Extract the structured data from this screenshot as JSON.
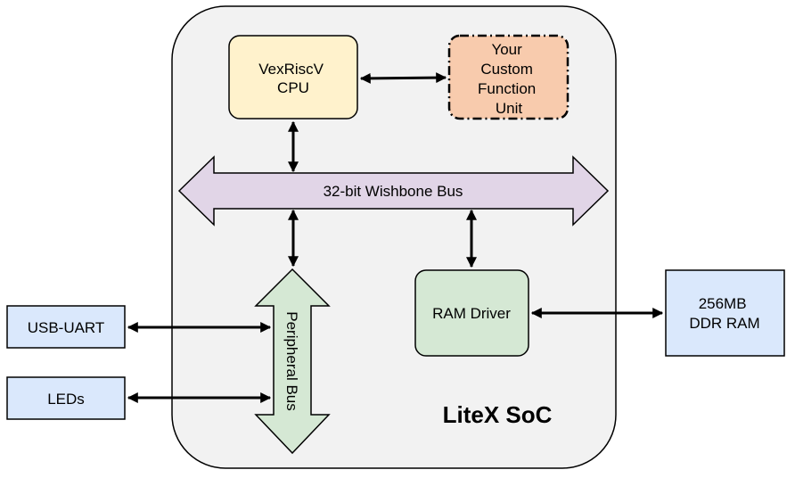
{
  "diagram": {
    "soc_label": "LiteX SoC",
    "cpu": {
      "line1": "VexRiscV",
      "line2": "CPU",
      "fill": "#fff2cc"
    },
    "custom_unit": {
      "line1": "Your",
      "line2": "Custom",
      "line3": "Function",
      "line4": "Unit",
      "fill": "#f8cbad"
    },
    "wishbone_bus": {
      "label": "32-bit Wishbone Bus",
      "fill": "#e1d5e7"
    },
    "peripheral_bus": {
      "label": "Peripheral Bus",
      "fill": "#d5e8d4"
    },
    "ram_driver": {
      "label": "RAM Driver",
      "fill": "#d5e8d4"
    },
    "ddr_ram": {
      "line1": "256MB",
      "line2": "DDR RAM",
      "fill": "#dae8fc"
    },
    "usb_uart": {
      "label": "USB-UART",
      "fill": "#dae8fc"
    },
    "leds": {
      "label": "LEDs",
      "fill": "#dae8fc"
    },
    "soc_fill": "#f2f2f2",
    "stroke": "#000000"
  }
}
